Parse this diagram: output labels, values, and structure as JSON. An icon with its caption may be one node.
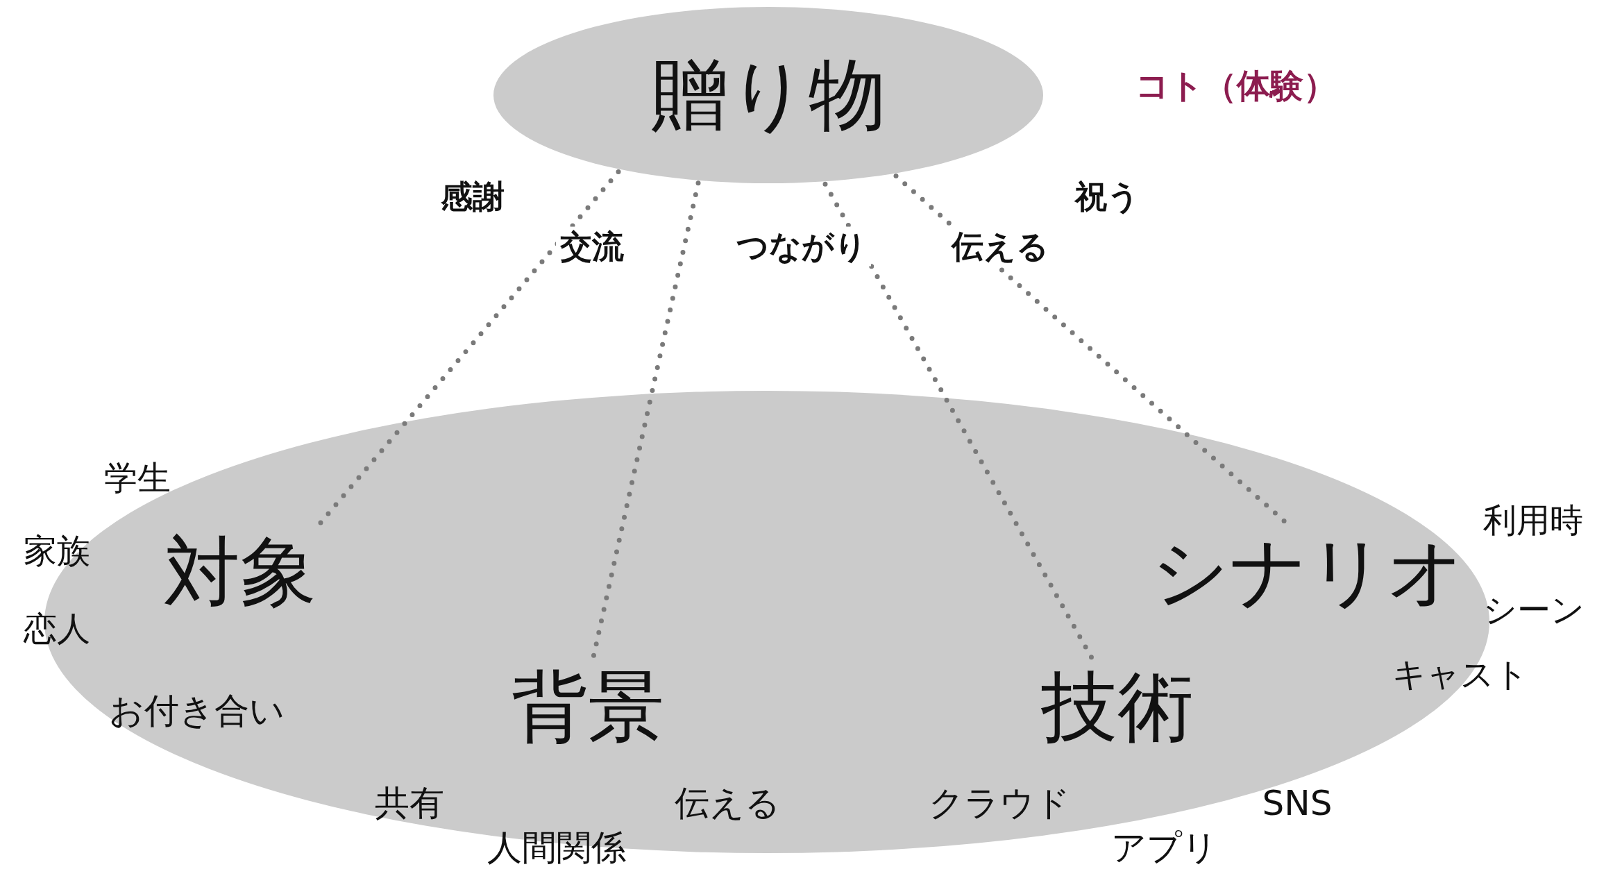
{
  "diagram": {
    "nodes": [
      {
        "text": [
          "贈り物"
        ]
      },
      {
        "text": [],
        "shape": "ellipse"
      },
      {
        "text": [
          "対象"
        ],
        "in": 1
      },
      {
        "text": [
          "シナリオ"
        ],
        "in": 1
      },
      {
        "text": [
          "背景"
        ],
        "in": 1
      },
      {
        "text": [
          "技術"
        ],
        "in": 1
      }
    ],
    "edges": [
      {
        "from": 0,
        "to": 2,
        "arrow": "none"
      },
      {
        "from": 0,
        "to": 4,
        "arrow": "none"
      },
      {
        "from": 0,
        "to": 5,
        "arrow": "none"
      },
      {
        "from": 0,
        "to": 3,
        "arrow": "none"
      }
    ],
    "labels": [
      "コト（体験）",
      "感謝",
      "祝う",
      "交流",
      "つながり",
      "伝える",
      "学生",
      "利用時",
      "家族",
      "恋人",
      "シーン",
      "キャスト",
      "お付き合い",
      "共有",
      "伝える",
      "クラウド",
      "SNS",
      "人間関係",
      "アプリ"
    ]
  }
}
